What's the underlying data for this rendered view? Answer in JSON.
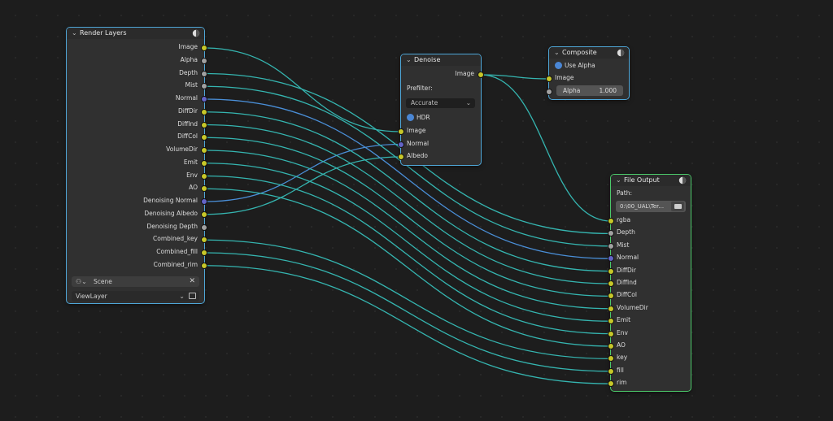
{
  "colors": {
    "background": "#1d1d1d",
    "wire": "#35b5b0",
    "wire_normal": "#4a8fd8",
    "socket_color": "#c7c729",
    "socket_gray": "#a1a1a1",
    "socket_vector": "#6363c7",
    "selected_blue": "#4fa7d8",
    "selected_green": "#4cc86a"
  },
  "render_layers": {
    "title": "Render Layers",
    "outputs": [
      "Image",
      "Alpha",
      "Depth",
      "Mist",
      "Normal",
      "DiffDir",
      "DiffInd",
      "DiffCol",
      "VolumeDir",
      "Emit",
      "Env",
      "AO",
      "Denoising Normal",
      "Denoising Albedo",
      "Denoising Depth",
      "Combined_key",
      "Combined_fill",
      "Combined_rim"
    ],
    "scene_label": "Scene",
    "view_layer": "ViewLayer"
  },
  "denoise": {
    "title": "Denoise",
    "output": "Image",
    "prefilter_label": "Prefilter:",
    "prefilter_value": "Accurate",
    "hdr_label": "HDR",
    "inputs": [
      "Image",
      "Normal",
      "Albedo"
    ]
  },
  "composite": {
    "title": "Composite",
    "use_alpha_label": "Use Alpha",
    "inputs": [
      "Image"
    ],
    "alpha_label": "Alpha",
    "alpha_value": "1.000"
  },
  "file_output": {
    "title": "File Output",
    "path_label": "Path:",
    "path_value": "0:\\00_UAL\\Ter...",
    "inputs": [
      "rgba",
      "Depth",
      "Mist",
      "Normal",
      "DiffDir",
      "DiffInd",
      "DiffCol",
      "VolumeDir",
      "Emit",
      "Env",
      "AO",
      "key",
      "fill",
      "rim"
    ]
  }
}
